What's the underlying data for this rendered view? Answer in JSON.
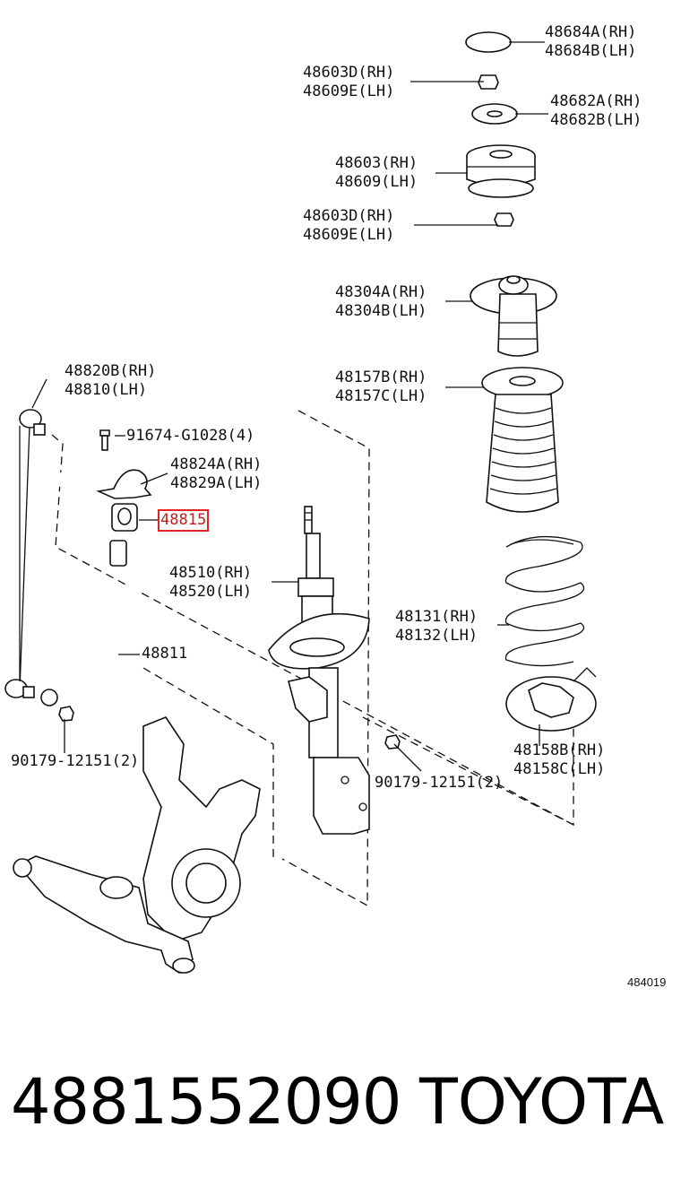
{
  "labels": {
    "cap_rh": "48684A(RH)",
    "cap_lh": "48684B(LH)",
    "nut_top_rh": "48603D(RH)",
    "nut_top_lh": "48609E(LH)",
    "washer_rh": "48682A(RH)",
    "washer_lh": "48682B(LH)",
    "mount_rh": "48603(RH)",
    "mount_lh": "48609(LH)",
    "nut_mid_rh": "48603D(RH)",
    "nut_mid_lh": "48609E(LH)",
    "seat_rh": "48304A(RH)",
    "seat_lh": "48304B(LH)",
    "boot_rh": "48157B(RH)",
    "boot_lh": "48157C(LH)",
    "link_rh": "48820B(RH)",
    "link_lh": "48810(LH)",
    "bolt": "91674-G1028(4)",
    "bracket_rh": "48824A(RH)",
    "bracket_lh": "48829A(LH)",
    "bushing": "48815",
    "shock_rh": "48510(RH)",
    "shock_lh": "48520(LH)",
    "spring_rh": "48131(RH)",
    "spring_lh": "48132(LH)",
    "stabilizer": "48811",
    "nut_left": "90179-12151(2)",
    "nut_right": "90179-12151(2)",
    "lower_seat_rh": "48158B(RH)",
    "lower_seat_lh": "48158C(LH)"
  },
  "ref_code": "484019",
  "part_number": "4881552090",
  "brand": "TOYOTA",
  "highlight_color": "#e32323"
}
